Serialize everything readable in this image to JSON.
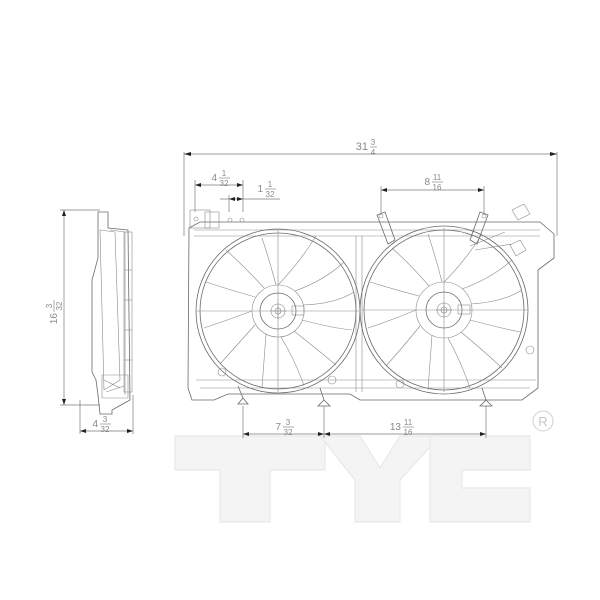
{
  "diagram": {
    "subject": "Dual radiator cooling fan assembly technical drawing",
    "views": [
      "side-view",
      "front-view"
    ],
    "watermark": {
      "text": "TYC",
      "registered_mark": "R",
      "color": "#f4f4f4"
    },
    "line_color": "#6a6a6a",
    "dimensions": {
      "overall_width": {
        "whole": "31",
        "num": "3",
        "den": "4",
        "label": "31 3/4"
      },
      "bracket_span": {
        "whole": "4",
        "num": "1",
        "den": "32",
        "label": "4 1/32"
      },
      "bracket_offset": {
        "whole": "1",
        "num": "1",
        "den": "32",
        "label": "1 1/32"
      },
      "right_mount_span": {
        "whole": "8",
        "num": "11",
        "den": "16",
        "label": "8 11/16"
      },
      "overall_height": {
        "whole": "16",
        "num": "3",
        "den": "32",
        "label": "16 3/32"
      },
      "depth": {
        "whole": "4",
        "num": "3",
        "den": "32",
        "label": "4 3/32"
      },
      "bottom_left_span": {
        "whole": "7",
        "num": "3",
        "den": "32",
        "label": "7 3/32"
      },
      "bottom_right_span": {
        "whole": "13",
        "num": "11",
        "den": "16",
        "label": "13 11/16"
      }
    }
  }
}
